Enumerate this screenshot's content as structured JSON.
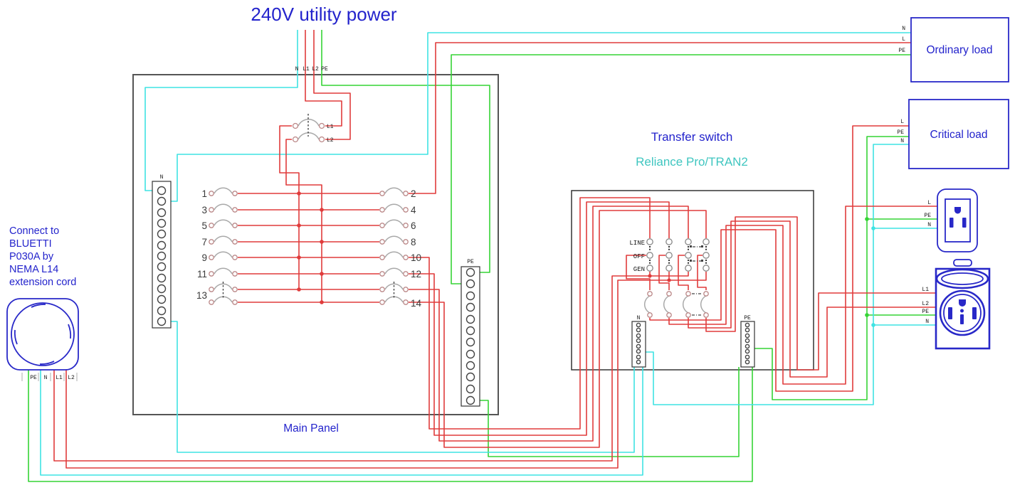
{
  "title": "240V utility power",
  "colors": {
    "wire_live": "#e03c3c",
    "wire_neutral": "#3fe3e3",
    "wire_ground": "#35d435",
    "device_blue": "#2828c8",
    "label_blue": "#2323cc",
    "label_teal": "#3fc6c0"
  },
  "utility_feed": {
    "labels": [
      "N",
      "L1",
      "L2",
      "PE"
    ]
  },
  "main_panel": {
    "label": "Main Panel",
    "neutral_bus": "N",
    "ground_bus": "PE",
    "main_breaker": {
      "l1": "L1",
      "l2": "L2"
    },
    "breakers_left": [
      "1",
      "3",
      "5",
      "7",
      "9",
      "11",
      "13"
    ],
    "breakers_right": [
      "2",
      "4",
      "6",
      "8",
      "10",
      "12",
      "14"
    ]
  },
  "transfer_switch": {
    "label": "Transfer switch",
    "model": "Reliance Pro/TRAN2",
    "positions": [
      "LINE",
      "OFF",
      "GEN"
    ],
    "neutral_bus": "N",
    "ground_bus": "PE"
  },
  "ordinary_load": {
    "label": "Ordinary load",
    "wires": [
      "N",
      "L",
      "PE"
    ]
  },
  "critical_load": {
    "label": "Critical load",
    "wires": [
      "L",
      "PE",
      "N"
    ]
  },
  "outlet_120v": {
    "wires": [
      "L",
      "PE",
      "N"
    ]
  },
  "outlet_240v": {
    "wires": [
      "L1",
      "L2",
      "PE",
      "N"
    ]
  },
  "generator_note": {
    "lines": [
      "Connect to",
      "BLUETTI",
      "P030A by",
      "NEMA L14",
      "extension cord"
    ],
    "plug_wires": [
      "PE",
      "N",
      "L1",
      "L2"
    ]
  }
}
